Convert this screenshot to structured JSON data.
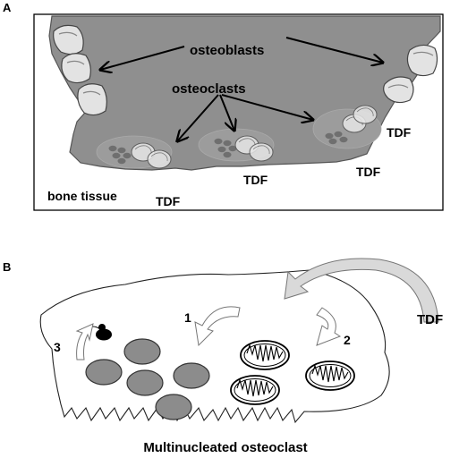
{
  "panel_a": {
    "letter": "A",
    "osteoblasts": "osteoblasts",
    "osteoclasts": "osteoclasts",
    "bone_tissue": "bone tissue",
    "tdf": "TDF"
  },
  "panel_b": {
    "letter": "B",
    "step1": "1",
    "step2": "2",
    "step3": "3",
    "tdf": "TDF",
    "caption": "Multinucleated osteoclast"
  },
  "colors": {
    "bone": "#8f8f8f",
    "nucleus": "#8c8c8c",
    "outline": "#000000",
    "arrow_fill": "#d9d9d9"
  }
}
